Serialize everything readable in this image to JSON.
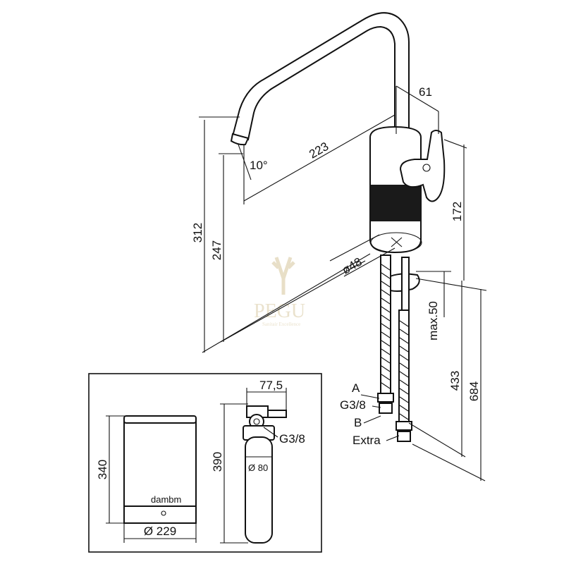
{
  "watermark": {
    "brand": "PEGU",
    "tagline": "Sanitair Excellence"
  },
  "faucet": {
    "reach": "223",
    "lever_offset": "61",
    "angle": "10°",
    "height_total": "312",
    "height_spout": "247",
    "lever_height": "172",
    "base_diameter": "ø48",
    "max_deck": "max.50",
    "hose_length": "433",
    "total_below": "684",
    "conn_a": "A",
    "conn_thread": "G3/8",
    "conn_b": "B",
    "conn_extra": "Extra"
  },
  "inset": {
    "boiler_height": "340",
    "boiler_diameter": "Ø 229",
    "filter_width": "77,5",
    "filter_thread": "G3/8",
    "filter_height": "390",
    "filter_diameter": "Ø 80",
    "boiler_label": "dambm"
  }
}
